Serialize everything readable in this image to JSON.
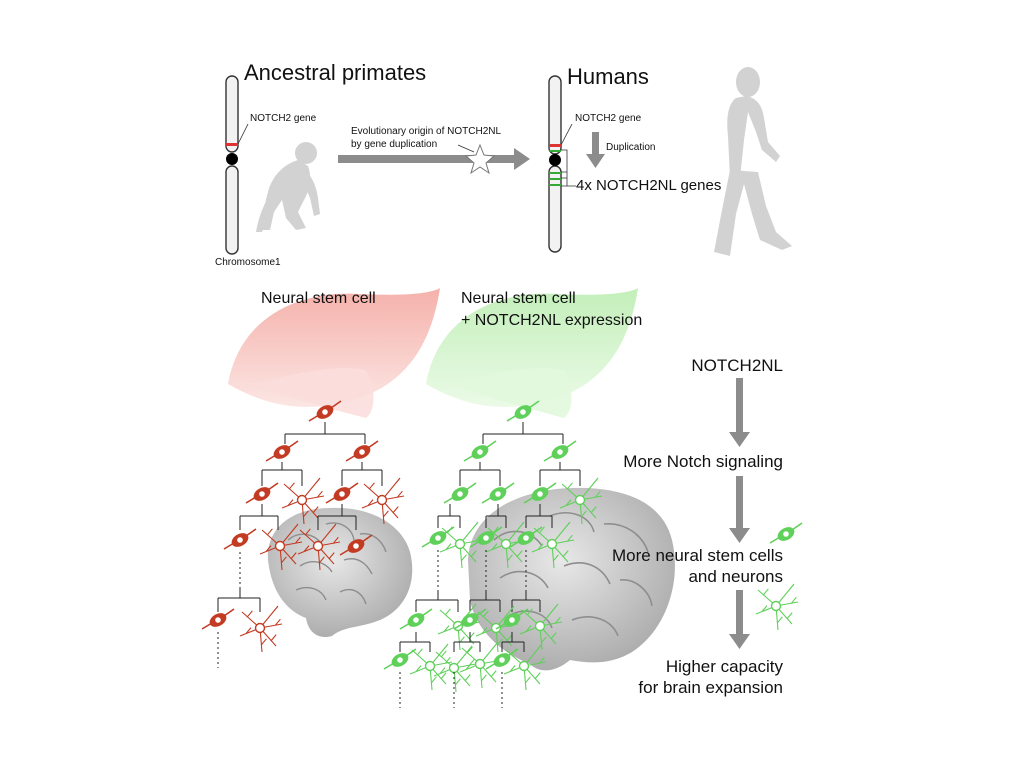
{
  "top": {
    "ancestral_title": "Ancestral primates",
    "humans_title": "Humans",
    "notch2_gene_left": "NOTCH2 gene",
    "notch2_gene_right": "NOTCH2 gene",
    "origin_line1": "Evolutionary origin of NOTCH2NL",
    "origin_line2": "by gene duplication",
    "duplication": "Duplication",
    "four_genes": "4x NOTCH2NL genes",
    "chromosome": "Chromosome1"
  },
  "cells": {
    "left_label": "Neural stem cell",
    "right_line1": "Neural stem cell",
    "right_line2": "+ NOTCH2NL expression"
  },
  "flow": {
    "step1": "NOTCH2NL",
    "step2": "More Notch signaling",
    "step3_line1": "More neural stem cells",
    "step3_line2": "and neurons",
    "step4_line1": "Higher capacity",
    "step4_line2": "for brain expansion"
  },
  "colors": {
    "red_cell": "#c23b22",
    "green_cell": "#5fd05a",
    "gray_arrow": "#8c8c8c",
    "silhouette": "#d2d2d2",
    "brain": "#c9c9c9",
    "red_leaf": "#f2b3ad",
    "green_leaf": "#c8efc0"
  },
  "icons": [
    "chromosome-icon",
    "ape-silhouette-icon",
    "human-silhouette-icon",
    "star-icon",
    "brain-icon",
    "neuron-icon",
    "stem-cell-icon"
  ]
}
